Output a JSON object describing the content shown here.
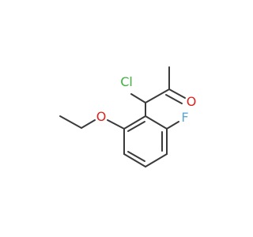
{
  "molecule": {
    "atoms": {
      "chlorine": {
        "symbol": "Cl",
        "color": "#3cb43c"
      },
      "oxygen_carbonyl": {
        "symbol": "O",
        "color": "#e0211c"
      },
      "oxygen_ether": {
        "symbol": "O",
        "color": "#e0211c"
      },
      "fluorine": {
        "symbol": "F",
        "color": "#59a8d8"
      }
    },
    "bond_color": "#3a3a3a",
    "background": "#ffffff"
  }
}
